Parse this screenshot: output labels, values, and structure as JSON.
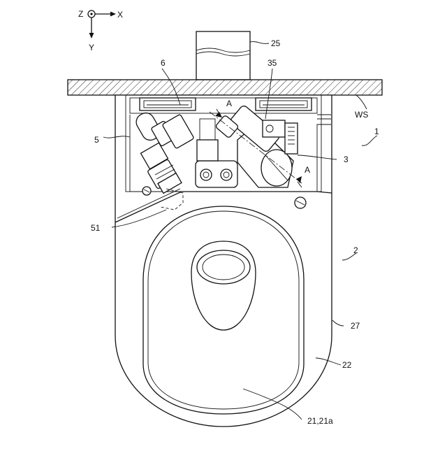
{
  "axes": {
    "z": "Z",
    "x": "X",
    "y": "Y"
  },
  "labels": {
    "l25": "25",
    "l35": "35",
    "l6": "6",
    "lWS": "WS",
    "l1": "1",
    "l5": "5",
    "lA1": "A",
    "lA2": "A",
    "l3": "3",
    "l51": "51",
    "l2": "2",
    "l27": "27",
    "l22": "22",
    "l21": "21,21a"
  }
}
